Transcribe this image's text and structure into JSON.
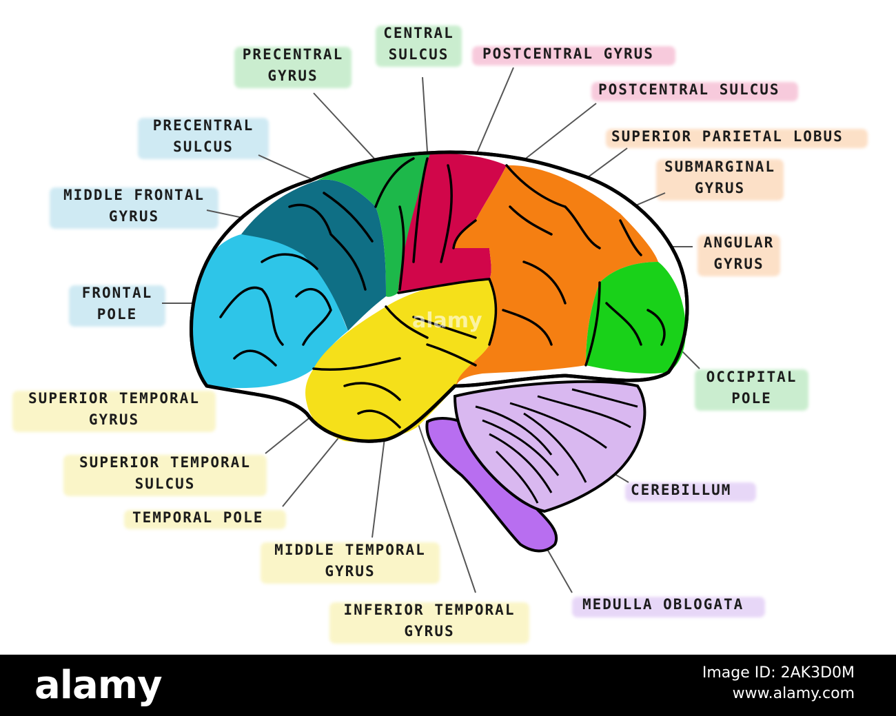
{
  "labels": {
    "precentral_gyrus": [
      "PRECENTRAL",
      "GYRUS"
    ],
    "central_sulcus": [
      "CENTRAL",
      "SULCUS"
    ],
    "postcentral_gyrus": [
      "POSTCENTRAL GYRUS"
    ],
    "postcentral_sulcus": [
      "POSTCENTRAL SULCUS"
    ],
    "superior_parietal_lobus": [
      "SUPERIOR PARIETAL LOBUS"
    ],
    "submarginal_gyrus": [
      "SUBMARGINAL",
      "GYRUS"
    ],
    "angular_gyrus": [
      "ANGULAR",
      "GYRUS"
    ],
    "precentral_sulcus": [
      "PRECENTRAL",
      "SULCUS"
    ],
    "middle_frontal_gyrus": [
      "MIDDLE FRONTAL",
      "GYRUS"
    ],
    "frontal_pole": [
      "FRONTAL",
      "POLE"
    ],
    "superior_temporal_gyrus": [
      "SUPERIOR TEMPORAL",
      "GYRUS"
    ],
    "superior_temporal_sulcus": [
      "SUPERIOR TEMPORAL",
      "SULCUS"
    ],
    "temporal_pole": [
      "TEMPORAL POLE"
    ],
    "middle_temporal_gyrus": [
      "MIDDLE TEMPORAL",
      "GYRUS"
    ],
    "inferior_temporal_gyrus": [
      "INFERIOR TEMPORAL",
      "GYRUS"
    ],
    "occipital_pole": [
      "OCCIPITAL",
      "POLE"
    ],
    "cerebillum": [
      "CEREBILLUM"
    ],
    "medulla_oblogata": [
      "MEDULLA OBLOGATA"
    ]
  },
  "colors": {
    "frontal_pole": "#2ec5e8",
    "middle_frontal": "#0f6f85",
    "precentral": "#1db84a",
    "postcentral": "#d1064a",
    "parietal": "#f57f12",
    "temporal": "#f5e01a",
    "occipital": "#19d119",
    "cerebellum": "#d9b8f0",
    "medulla": "#b86ef0",
    "highlight_green": "#9fe0a8",
    "highlight_pink": "#f2a0c0",
    "highlight_orange": "#fbc79a",
    "highlight_blue": "#a9d9ea",
    "highlight_yellow": "#f7ee9c",
    "highlight_purple": "#d5b7f2"
  },
  "watermark": "alamy",
  "footer": {
    "brand": "alamy",
    "image_id": "Image ID: 2AK3D0M",
    "site": "www.alamy.com"
  }
}
